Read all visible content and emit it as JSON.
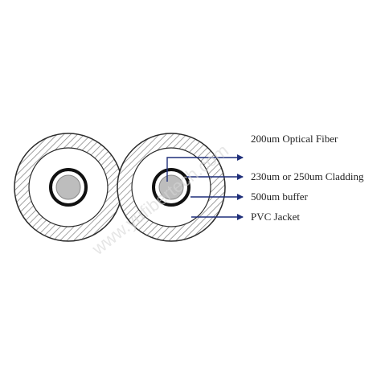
{
  "labels": {
    "optical_fiber": "200um Optical Fiber",
    "cladding": "230um or 250um Cladding",
    "buffer": "500um buffer",
    "jacket": "PVC Jacket"
  },
  "watermark": "www.yufibertech.com",
  "colors": {
    "outline": "#2b2b2b",
    "hatch": "#8a8a8a",
    "fiber_core": "#bdbdbd",
    "arrow": "#1f2f7a",
    "text": "#222222"
  }
}
